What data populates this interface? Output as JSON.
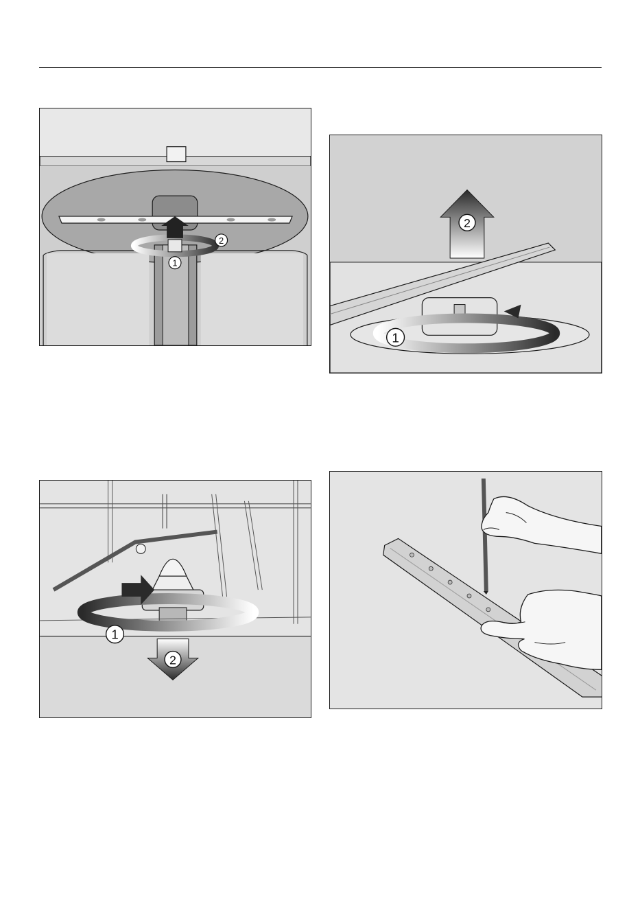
{
  "figures": [
    {
      "id": "fig-1",
      "callouts": [
        "1",
        "2"
      ]
    },
    {
      "id": "fig-2",
      "callouts": [
        "1",
        "2"
      ]
    },
    {
      "id": "fig-3",
      "callouts": [
        "1",
        "2"
      ]
    },
    {
      "id": "fig-4",
      "callouts": []
    }
  ],
  "colors": {
    "frame": "#1a1a1a",
    "panel_bg": "#e6e6e6",
    "cavity": "#a8a8a8",
    "arrow_dark": "#2a2a2a"
  }
}
